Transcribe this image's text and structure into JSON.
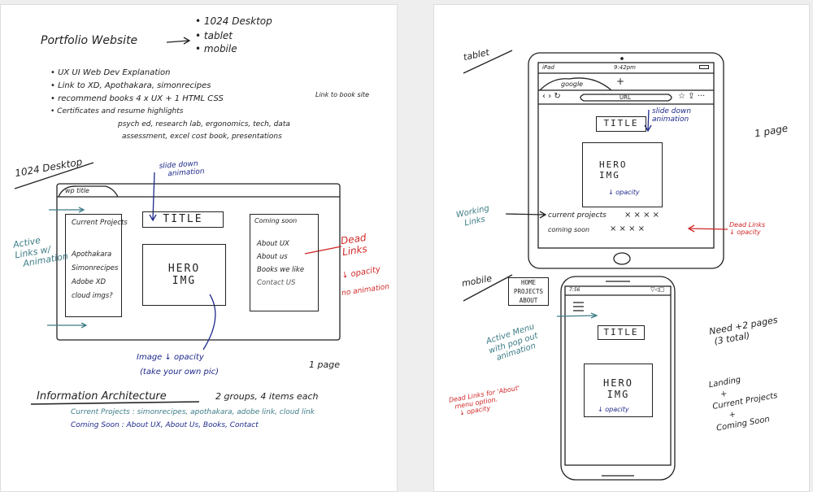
{
  "left_page": {
    "heading": "Portfolio Website",
    "platforms": [
      "1024 Desktop",
      "tablet",
      "mobile"
    ],
    "bullets": [
      "UX UI Web Dev Explanation",
      "Link to XD, Apothakara, simonrecipes",
      "recommend books 4 x UX + 1 HTML CSS",
      "Certificates and resume highlights"
    ],
    "book_note": "Link to book site",
    "highlights": [
      "psych ed, research lab, ergonomics, tech, data",
      "assessment, excel cost book, presentations"
    ],
    "desktop_label": "1024 Desktop",
    "desktop": {
      "tab": "wp title",
      "title": "TITLE",
      "hero": [
        "HERO",
        "IMG"
      ],
      "left_group_title": "Current Projects",
      "left_links": [
        "Apothakara",
        "Simonrecipes",
        "Adobe XD",
        "cloud imgs?"
      ],
      "right_group_title": "Coming soon",
      "right_links": [
        "About UX",
        "About us",
        "Books we like",
        "Contact US"
      ]
    },
    "notes": {
      "slide_down": [
        "slide down",
        "animation"
      ],
      "active_links": [
        "Active",
        "Links w/",
        "Animation"
      ],
      "dead_links": [
        "Dead",
        "Links"
      ],
      "opacity": "↓ opacity",
      "no_animation": "no animation",
      "image_note": [
        "Image ↓ opacity",
        "(take your own pic)"
      ],
      "pages": "1 page"
    },
    "ia": {
      "title": "Information Architecture",
      "summary": "2 groups, 4 items each",
      "current": "Current Projects : simonrecipes, apothakara, adobe link, cloud link",
      "coming": "Coming Soon : About UX, About Us, Books, Contact"
    }
  },
  "right_page": {
    "tablet_label": "tablet",
    "tablet": {
      "carrier": "iPad",
      "time": "9:42pm",
      "tab": "google",
      "new_tab": "+",
      "url": "URL",
      "title": "TITLE",
      "hero": [
        "HERO",
        "IMG"
      ],
      "hero_note": "↓ opacity",
      "row1": "current projects",
      "row1_marks": "×  ×  ×  ×",
      "row2": "coming soon",
      "row2_marks": "×  ×  ×  ×"
    },
    "tablet_notes": {
      "slide_down": [
        "slide down",
        "animation"
      ],
      "working": [
        "Working",
        "Links"
      ],
      "dead": [
        "Dead Links",
        "↓ opacity"
      ],
      "pages": "1 page"
    },
    "mobile_label": "mobile",
    "mobile_menu": [
      "HOME",
      "PROJECTS",
      "ABOUT"
    ],
    "mobile": {
      "time": "7:56",
      "title": "TITLE",
      "hero": [
        "HERO",
        "IMG"
      ],
      "hero_note": "↓ opacity"
    },
    "mobile_notes": {
      "active_menu": [
        "Active Menu",
        "with pop out",
        "animation"
      ],
      "dead": [
        "Dead Links for 'About'",
        "menu option.",
        "↓ opacity"
      ],
      "pages": [
        "Need +2 pages",
        "(3 total)"
      ],
      "page_list": [
        "Landing",
        "+",
        "Current Projects",
        "+",
        "Coming Soon"
      ]
    }
  }
}
